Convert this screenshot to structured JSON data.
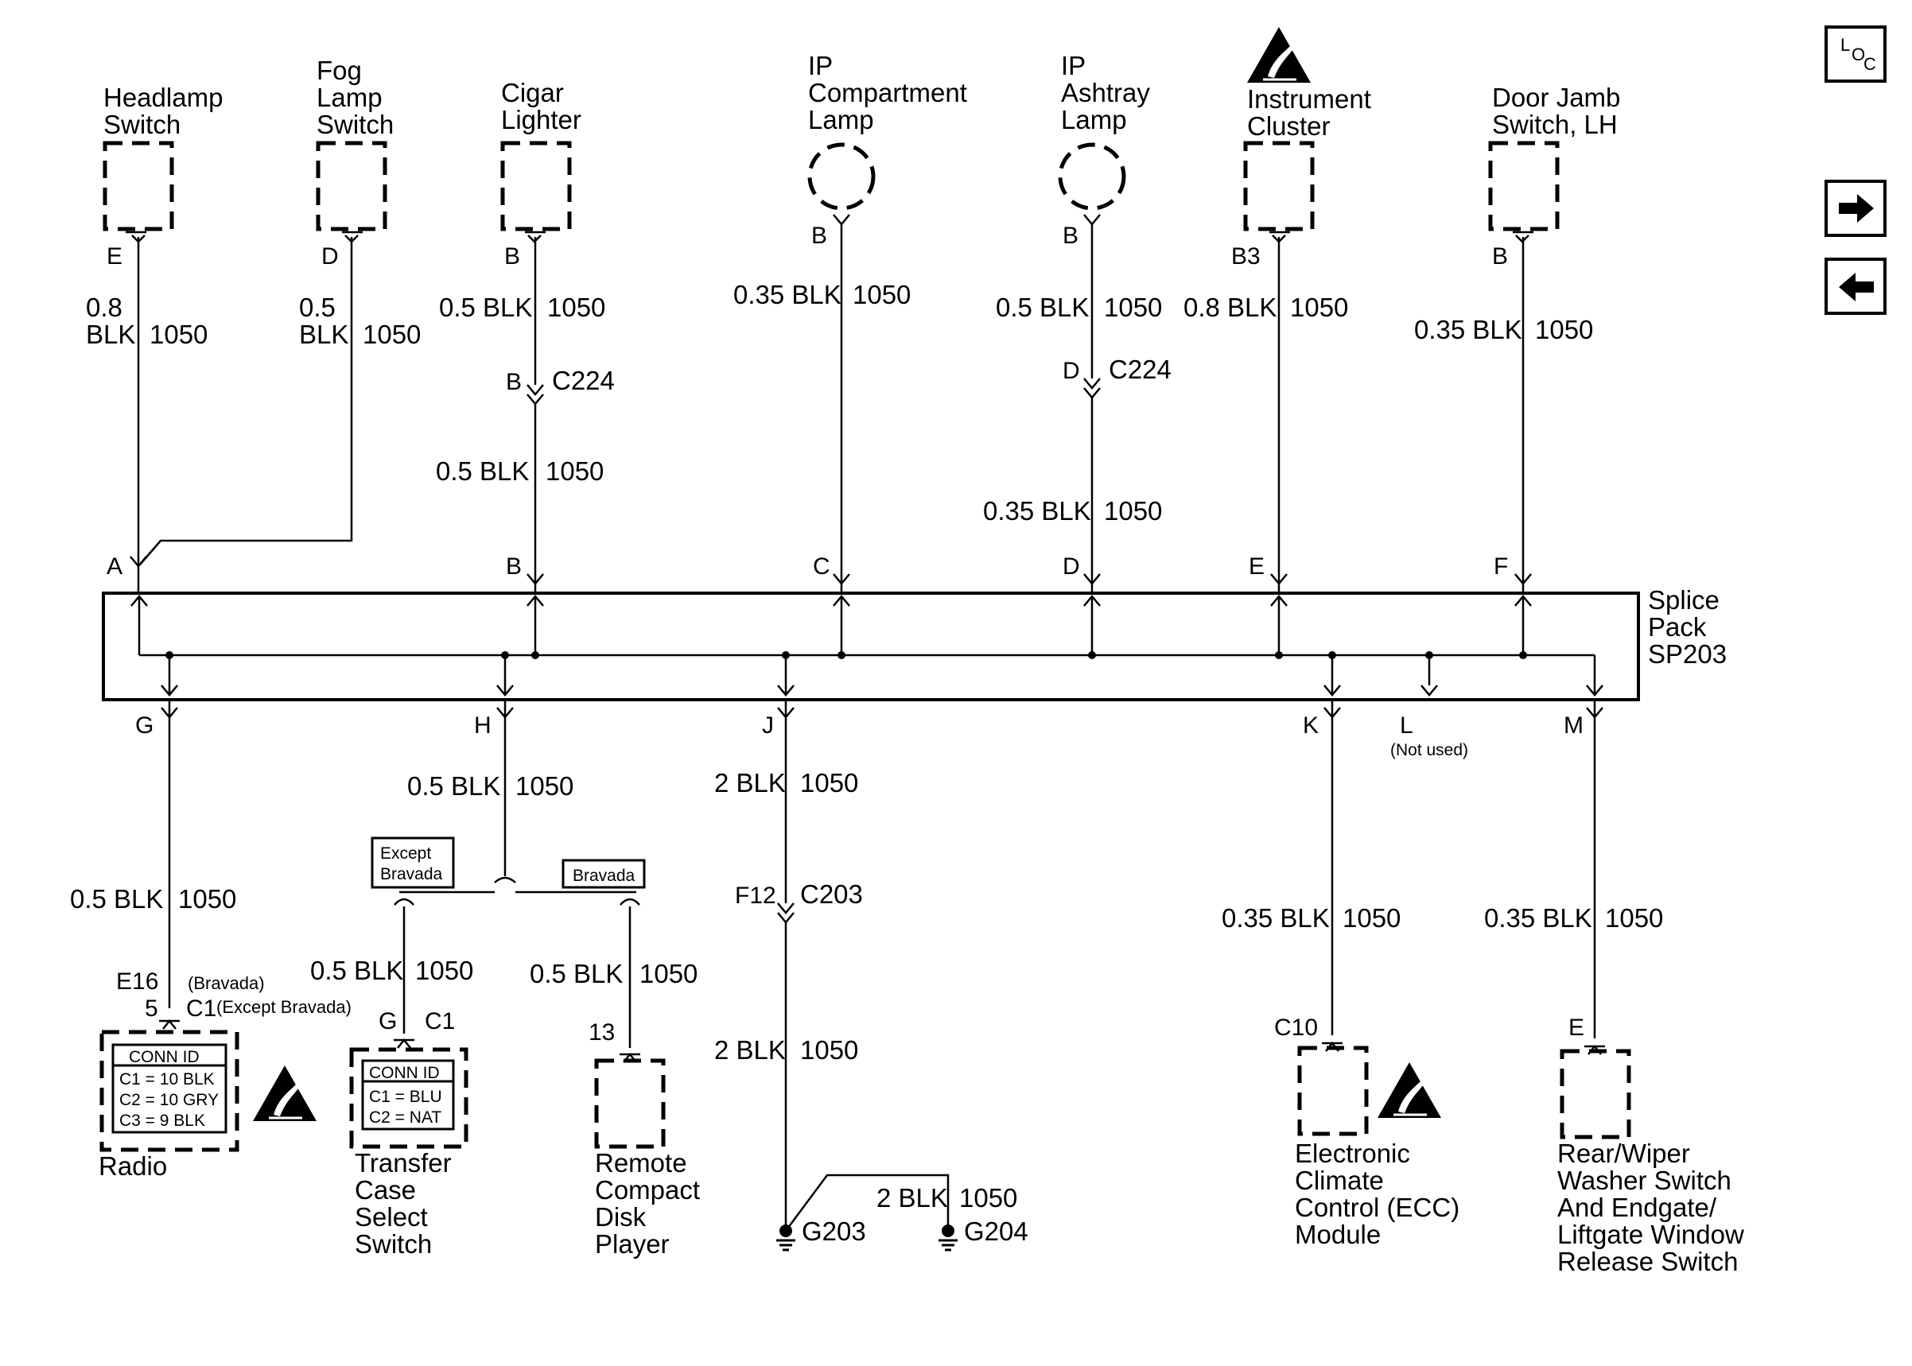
{
  "loc_button": {
    "l": "L",
    "o": "O",
    "c": "C"
  },
  "nav": {
    "next": "next-arrow",
    "prev": "prev-arrow"
  },
  "splice": {
    "line1": "Splice",
    "line2": "Pack",
    "line3": "SP203"
  },
  "top": [
    {
      "name": [
        "Headlamp",
        "Switch"
      ],
      "term": "E",
      "gauge": [
        "0.8",
        "BLK"
      ],
      "circuit": "1050",
      "sp_pin": "A"
    },
    {
      "name": [
        "Fog",
        "Lamp",
        "Switch"
      ],
      "term": "D",
      "gauge": [
        "0.5",
        "BLK"
      ],
      "circuit": "1050"
    },
    {
      "name": [
        "Cigar",
        "Lighter"
      ],
      "term": "B",
      "wire1": "0.5 BLK",
      "circuit1": "1050",
      "conn_pin": "B",
      "conn": "C224",
      "wire2": "0.5 BLK",
      "circuit2": "1050",
      "sp_pin": "B"
    },
    {
      "name": [
        "IP",
        "Compartment",
        "Lamp"
      ],
      "term": "B",
      "wire": "0.35 BLK",
      "circuit": "1050",
      "sp_pin": "C"
    },
    {
      "name": [
        "IP",
        "Ashtray",
        "Lamp"
      ],
      "term": "B",
      "wire1": "0.5 BLK",
      "circuit1": "1050",
      "conn_pin": "D",
      "conn": "C224",
      "wire2": "0.35 BLK",
      "circuit2": "1050",
      "sp_pin": "D"
    },
    {
      "name": [
        "Instrument",
        "Cluster"
      ],
      "term": "B3",
      "wire": "0.8 BLK",
      "circuit": "1050",
      "sp_pin": "E"
    },
    {
      "name": [
        "Door Jamb",
        "Switch, LH"
      ],
      "term": "B",
      "wire": "0.35 BLK",
      "circuit": "1050",
      "sp_pin": "F"
    }
  ],
  "bottom": {
    "g": {
      "pin": "G",
      "wire": "0.5 BLK",
      "circuit": "1050",
      "term1": "E16",
      "term1_note": "(Bravada)",
      "term2": "5",
      "term2_conn": "C1",
      "term2_note": "(Except Bravada)",
      "conn_title": "CONN ID",
      "conn_rows": [
        "C1 = 10 BLK",
        "C2 = 10 GRY",
        "C3 = 9 BLK"
      ],
      "name": "Radio"
    },
    "h": {
      "pin": "H",
      "wire": "0.5 BLK",
      "circuit": "1050",
      "opt_left": [
        "Except",
        "Bravada"
      ],
      "opt_right": "Bravada",
      "left_wire": "0.5 BLK",
      "left_circuit": "1050",
      "left_term": "G",
      "left_conn": "C1",
      "conn_title": "CONN ID",
      "conn_rows": [
        "C1 = BLU",
        "C2 = NAT"
      ],
      "left_name": [
        "Transfer",
        "Case",
        "Select",
        "Switch"
      ],
      "right_wire": "0.5 BLK",
      "right_circuit": "1050",
      "right_term": "13",
      "right_name": [
        "Remote",
        "Compact",
        "Disk",
        "Player"
      ]
    },
    "j": {
      "pin": "J",
      "wire1": "2 BLK",
      "circuit1": "1050",
      "conn_pin": "F12",
      "conn": "C203",
      "wire2": "2 BLK",
      "circuit2": "1050",
      "ground1": "G203",
      "branch_wire": "2 BLK",
      "branch_circuit": "1050",
      "ground2": "G204"
    },
    "k": {
      "pin": "K",
      "wire": "0.35 BLK",
      "circuit": "1050",
      "term": "C10",
      "name": [
        "Electronic",
        "Climate",
        "Control (ECC)",
        "Module"
      ]
    },
    "l": {
      "pin": "L",
      "note": "(Not used)"
    },
    "m": {
      "pin": "M",
      "wire": "0.35 BLK",
      "circuit": "1050",
      "term": "E",
      "name": [
        "Rear/Wiper",
        "Washer Switch",
        "And Endgate/",
        "Liftgate Window",
        "Release Switch"
      ]
    }
  }
}
